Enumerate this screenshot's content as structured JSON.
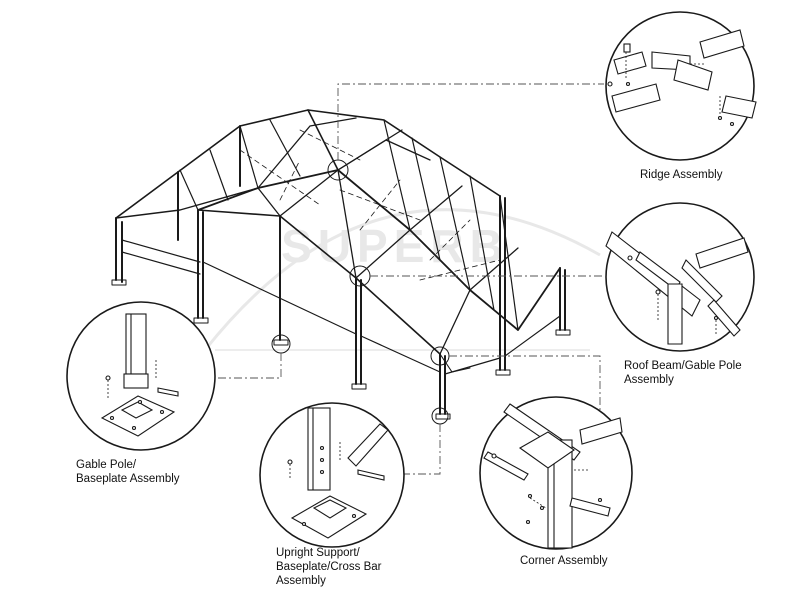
{
  "watermark": "SUPERB",
  "labels": {
    "ridge": "Ridge Assembly",
    "roof_beam_line1": "Roof Beam/Gable Pole",
    "roof_beam_line2": "Assembly",
    "gable_line1": "Gable Pole/",
    "gable_line2": "Baseplate Assembly",
    "upright_line1": "Upright Support/",
    "upright_line2": "Baseplate/Cross Bar",
    "upright_line3": "Assembly",
    "corner": "Corner Assembly"
  },
  "colors": {
    "line": "#1a1a1a",
    "leader": "#555555",
    "watermark": "#e6e6e6",
    "background": "#ffffff"
  }
}
